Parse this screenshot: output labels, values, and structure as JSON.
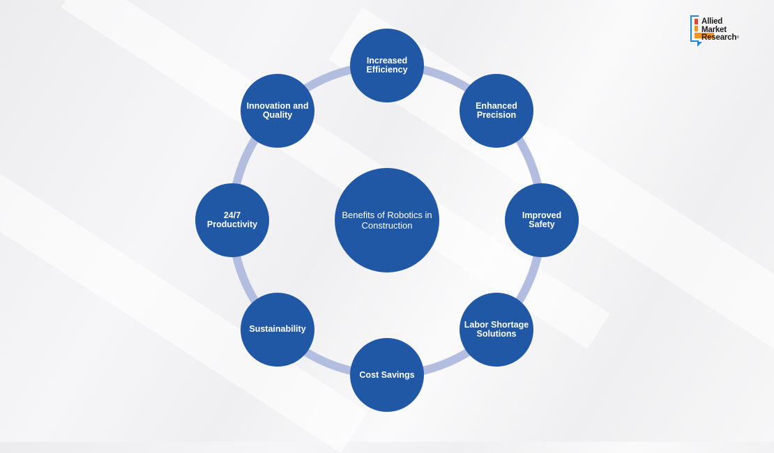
{
  "diagram": {
    "center": "Benefits of Robotics in Construction",
    "benefits": [
      "Increased Efficiency",
      "Enhanced Precision",
      "Improved Safety",
      "Labor Shortage Solutions",
      "Cost Savings",
      "Sustainability",
      "24/7 Productivity",
      "Innovation and Quality"
    ]
  },
  "logo": {
    "line1": "Allied",
    "line2": "Market",
    "line3": "Research",
    "registered_mark": "®"
  },
  "colors": {
    "node_fill": "#2158a5",
    "ring": "#b3bde0",
    "node_text": "#ffffff",
    "logo_blue": "#1e88d6",
    "logo_red": "#e4472d",
    "logo_orange": "#f7941d"
  }
}
